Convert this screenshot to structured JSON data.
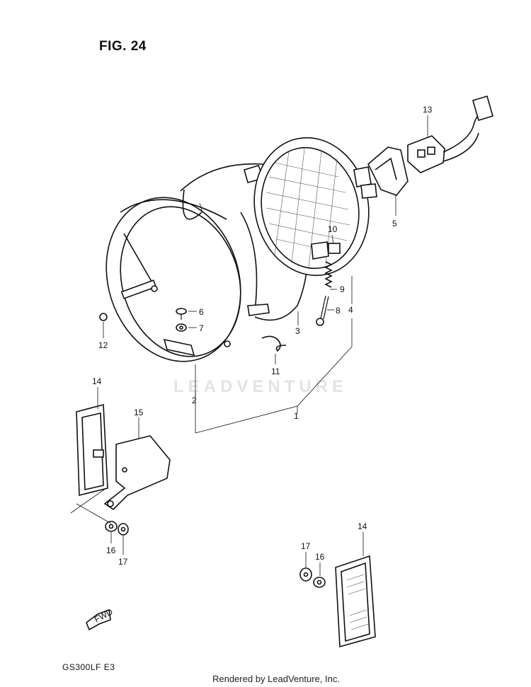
{
  "figure": {
    "title": "FIG. 24",
    "model": "GS300LF  E3"
  },
  "footer": "Rendered by LeadVenture, Inc.",
  "watermark": "LEADVENTURE",
  "callouts": [
    {
      "id": "c1",
      "label": "1"
    },
    {
      "id": "c2",
      "label": "2"
    },
    {
      "id": "c3",
      "label": "3"
    },
    {
      "id": "c4",
      "label": "4"
    },
    {
      "id": "c5",
      "label": "5"
    },
    {
      "id": "c6",
      "label": "6"
    },
    {
      "id": "c7",
      "label": "7"
    },
    {
      "id": "c8",
      "label": "8"
    },
    {
      "id": "c9",
      "label": "9"
    },
    {
      "id": "c10",
      "label": "10"
    },
    {
      "id": "c11",
      "label": "11"
    },
    {
      "id": "c12",
      "label": "12"
    },
    {
      "id": "c13",
      "label": "13"
    },
    {
      "id": "c14a",
      "label": "14"
    },
    {
      "id": "c15",
      "label": "15"
    },
    {
      "id": "c16a",
      "label": "16"
    },
    {
      "id": "c17a",
      "label": "17"
    },
    {
      "id": "c14b",
      "label": "14"
    },
    {
      "id": "c16b",
      "label": "16"
    },
    {
      "id": "c17b",
      "label": "17"
    }
  ],
  "fwd_label": "FWD"
}
